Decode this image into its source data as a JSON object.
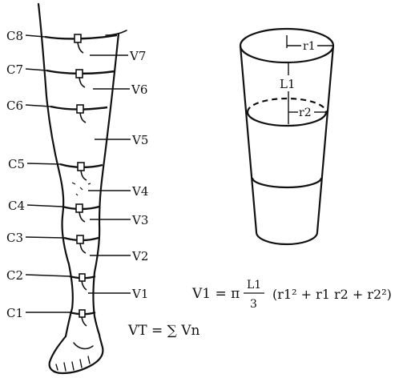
{
  "circumference_labels": [
    "C8",
    "C7",
    "C6",
    "C5",
    "C4",
    "C3",
    "C2",
    "C1"
  ],
  "volume_labels": [
    "V7",
    "V6",
    "V5",
    "V4",
    "V3",
    "V2",
    "V1"
  ],
  "cone": {
    "r1": "r1",
    "r2": "r2",
    "L1": "L1"
  },
  "formula": {
    "lhs": "V1 = π",
    "frac_num": "L1",
    "frac_den": "3",
    "rhs": "(r1² + r1 r2 + r2²)"
  },
  "total": "VT = ∑ Vn"
}
